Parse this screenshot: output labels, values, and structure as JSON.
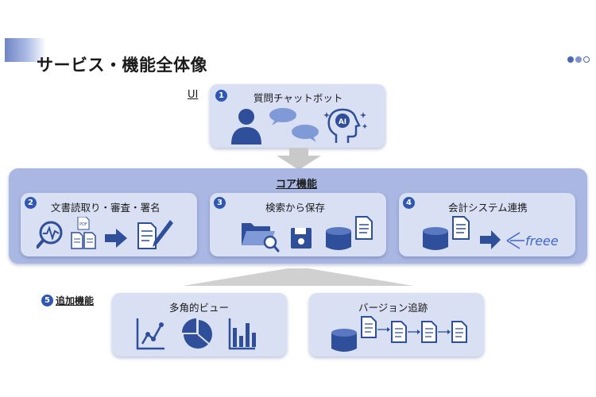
{
  "page": {
    "title": "サービス・機能全体像",
    "colors": {
      "primary": "#2f56b0",
      "box": "#d9e0f4",
      "core": "#a9b7e2",
      "icon": "#2f4f9b"
    }
  },
  "ui": {
    "label": "UI",
    "number": "1",
    "title": "質問チャットボット",
    "ai_text": "AI",
    "icons": [
      "user-icon",
      "chat-bubble-icon",
      "chat-bubble-icon",
      "ai-head-icon"
    ]
  },
  "core": {
    "title": "コア機能",
    "items": [
      {
        "number": "2",
        "title": "文書読取り・審査・署名",
        "pdf_text": "PDF",
        "icons": [
          "magnify-wave-icon",
          "pdf-document-icon",
          "document-icon",
          "arrow-right-icon",
          "sign-document-icon"
        ]
      },
      {
        "number": "3",
        "title": "検索から保存",
        "icons": [
          "folder-search-icon",
          "floppy-disk-icon",
          "database-icon",
          "document-icon"
        ]
      },
      {
        "number": "4",
        "title": "会計システム連携",
        "logo_text": "freee",
        "icons": [
          "database-icon",
          "document-icon",
          "arrow-right-icon",
          "freee-logo"
        ]
      }
    ]
  },
  "extra": {
    "number": "5",
    "label": "追加機能",
    "items": [
      {
        "title": "多角的ビュー",
        "icons": [
          "line-chart-icon",
          "pie-chart-icon",
          "bar-chart-icon"
        ]
      },
      {
        "title": "バージョン追跡",
        "icons": [
          "database-icon",
          "document-icon",
          "document-icon",
          "document-icon",
          "document-icon"
        ]
      }
    ]
  }
}
